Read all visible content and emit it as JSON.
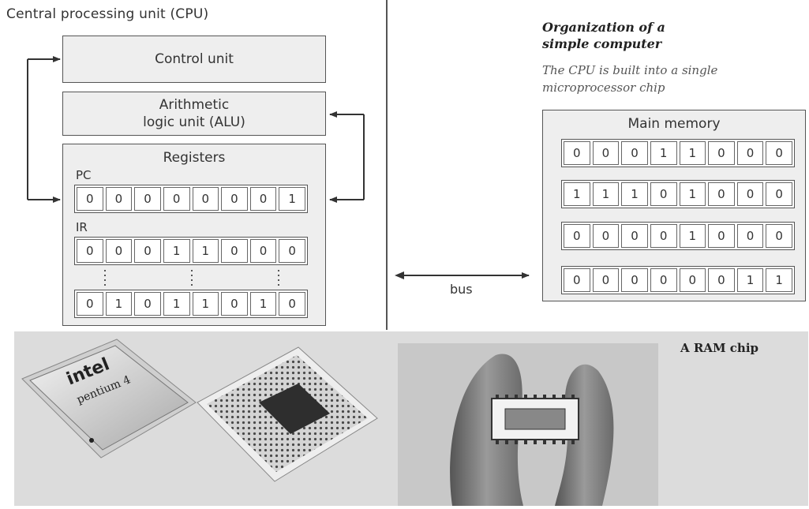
{
  "cpu": {
    "title": "Central processing unit (CPU)",
    "control_unit": "Control unit",
    "alu_line1": "Arithmetic",
    "alu_line2": "logic unit (ALU)",
    "registers_title": "Registers",
    "pc": {
      "label": "PC",
      "bits": [
        "0",
        "0",
        "0",
        "0",
        "0",
        "0",
        "0",
        "1"
      ]
    },
    "ir": {
      "label": "IR",
      "bits": [
        "0",
        "0",
        "0",
        "1",
        "1",
        "0",
        "0",
        "0"
      ]
    },
    "last_register": {
      "bits": [
        "0",
        "1",
        "0",
        "1",
        "1",
        "0",
        "1",
        "0"
      ]
    }
  },
  "organization": {
    "title_line1": "Organization of a",
    "title_line2": "simple computer",
    "subtitle_line1": "The CPU is built into a single",
    "subtitle_line2": "microprocessor chip"
  },
  "memory": {
    "title": "Main memory",
    "rows": [
      [
        "0",
        "0",
        "0",
        "1",
        "1",
        "0",
        "0",
        "0"
      ],
      [
        "1",
        "1",
        "1",
        "0",
        "1",
        "0",
        "0",
        "0"
      ],
      [
        "0",
        "0",
        "0",
        "0",
        "1",
        "0",
        "0",
        "0"
      ],
      [
        "0",
        "0",
        "0",
        "0",
        "0",
        "0",
        "1",
        "1"
      ]
    ]
  },
  "bus_label": "bus",
  "photos": {
    "cpu_chip_text": "intel pentium 4",
    "ram_caption": "A RAM chip"
  }
}
